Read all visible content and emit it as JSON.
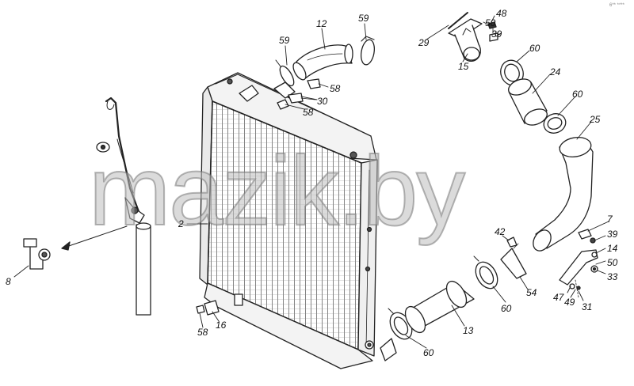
{
  "watermark": "mazik.by",
  "corner_code": "6** ****",
  "callouts": [
    "2",
    "7",
    "8",
    "12",
    "13",
    "14",
    "15",
    "16",
    "24",
    "25",
    "29",
    "30",
    "31",
    "33",
    "39",
    "42",
    "47",
    "48",
    "49",
    "50",
    "54",
    "58",
    "59",
    "60"
  ],
  "colors": {
    "line": "#222222",
    "watermark": "#bdbdbd"
  }
}
